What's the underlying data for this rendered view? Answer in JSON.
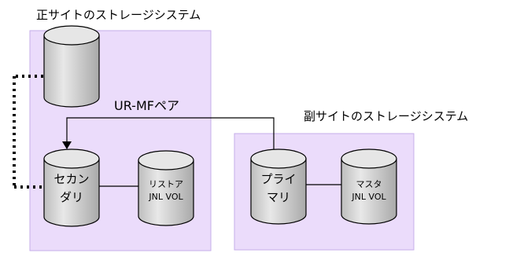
{
  "primary_site": {
    "title": "正サイトのストレージシステム",
    "volumes": {
      "top": {
        "lines": []
      },
      "secondary": {
        "lines": [
          "セカン",
          "ダリ"
        ]
      },
      "restore_jnl": {
        "lines": [
          "リストア",
          "JNL VOL"
        ]
      }
    }
  },
  "secondary_site": {
    "title": "副サイトのストレージシステム",
    "volumes": {
      "primary": {
        "lines": [
          "プライ",
          "マリ"
        ]
      },
      "master_jnl": {
        "lines": [
          "マスタ",
          "JNL VOL"
        ]
      }
    }
  },
  "pair": {
    "label": "UR-MFペア"
  },
  "colors": {
    "panel_fill": "#ebdcfb",
    "panel_stroke": "#c6aee9",
    "cyl_body": "#c8c8c8",
    "cyl_top": "#e6e6e6"
  }
}
